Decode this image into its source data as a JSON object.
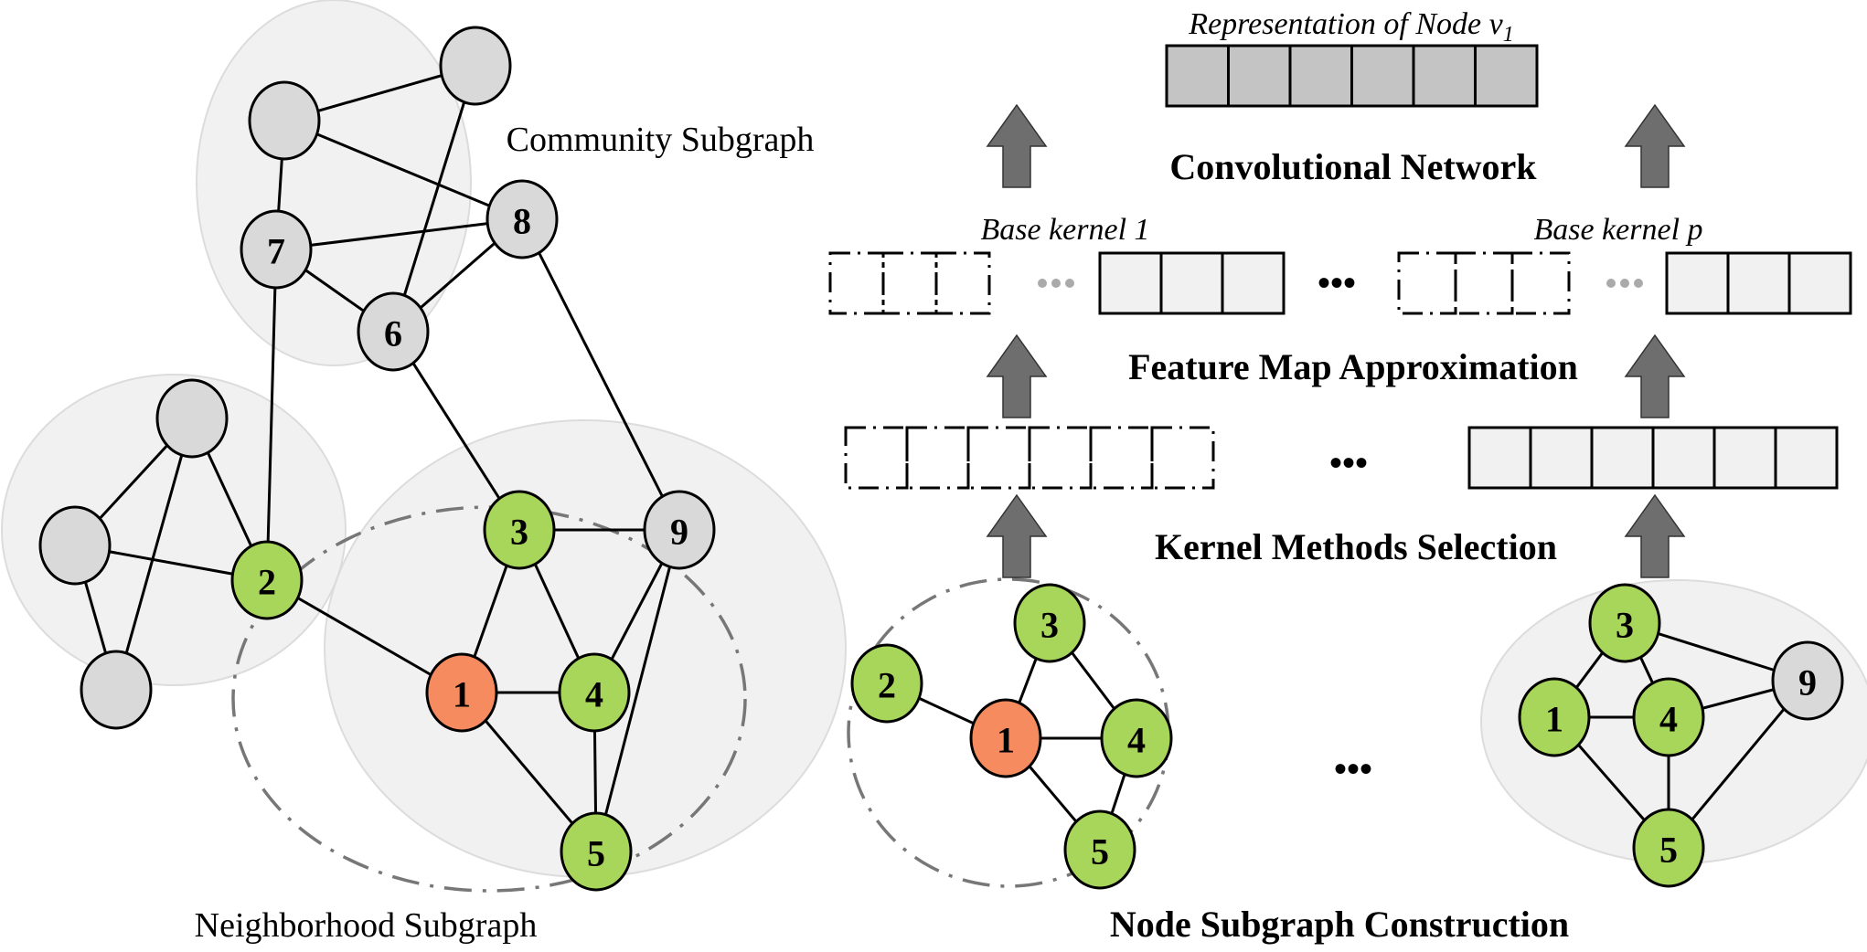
{
  "colors": {
    "target_node": "#f68b5f",
    "neighbor_node": "#a8d65a",
    "other_node": "#d9d9d9",
    "community_fill": "#f1f1f1",
    "representation_cell": "#c4c4c4",
    "feature_cell": "#f1f1f1",
    "arrow": "#6e6e6e",
    "dashed_circle": "#777777"
  },
  "labels": {
    "community_subgraph": "Community Subgraph",
    "neighborhood_subgraph": "Neighborhood Subgraph",
    "node_subgraph_construction": "Node Subgraph Construction",
    "kernel_methods_selection": "Kernel Methods Selection",
    "feature_map_approximation": "Feature Map Approximation",
    "convolutional_network": "Convolutional Network",
    "representation_prefix": "Representation of Node v",
    "representation_subscript": "1",
    "base_kernel_1": "Base kernel 1",
    "base_kernel_p": "Base kernel p",
    "ellipsis": "•••"
  },
  "left_graph": {
    "nodes": [
      {
        "id": "1",
        "label": "1",
        "role": "target"
      },
      {
        "id": "2",
        "label": "2",
        "role": "neighbor"
      },
      {
        "id": "3",
        "label": "3",
        "role": "neighbor"
      },
      {
        "id": "4",
        "label": "4",
        "role": "neighbor"
      },
      {
        "id": "5",
        "label": "5",
        "role": "neighbor"
      },
      {
        "id": "6",
        "label": "6",
        "role": "other"
      },
      {
        "id": "7",
        "label": "7",
        "role": "other"
      },
      {
        "id": "8",
        "label": "8",
        "role": "other"
      },
      {
        "id": "9",
        "label": "9",
        "role": "other"
      },
      {
        "id": "a",
        "label": "",
        "role": "other"
      },
      {
        "id": "b",
        "label": "",
        "role": "other"
      },
      {
        "id": "c",
        "label": "",
        "role": "other"
      },
      {
        "id": "d",
        "label": "",
        "role": "other"
      },
      {
        "id": "e",
        "label": "",
        "role": "other"
      }
    ],
    "edges": [
      [
        "a",
        "b"
      ],
      [
        "a",
        "7"
      ],
      [
        "a",
        "8"
      ],
      [
        "b",
        "6"
      ],
      [
        "7",
        "8"
      ],
      [
        "7",
        "6"
      ],
      [
        "6",
        "8"
      ],
      [
        "7",
        "2"
      ],
      [
        "6",
        "3"
      ],
      [
        "8",
        "9"
      ],
      [
        "c",
        "d"
      ],
      [
        "c",
        "e"
      ],
      [
        "c",
        "2"
      ],
      [
        "d",
        "2"
      ],
      [
        "d",
        "e"
      ],
      [
        "2",
        "1"
      ],
      [
        "1",
        "3"
      ],
      [
        "1",
        "4"
      ],
      [
        "1",
        "5"
      ],
      [
        "3",
        "4"
      ],
      [
        "3",
        "9"
      ],
      [
        "9",
        "4"
      ],
      [
        "9",
        "5"
      ],
      [
        "4",
        "5"
      ]
    ]
  },
  "neighborhood_graph": {
    "nodes": [
      {
        "id": "1",
        "label": "1",
        "role": "target"
      },
      {
        "id": "2",
        "label": "2",
        "role": "neighbor"
      },
      {
        "id": "3",
        "label": "3",
        "role": "neighbor"
      },
      {
        "id": "4",
        "label": "4",
        "role": "neighbor"
      },
      {
        "id": "5",
        "label": "5",
        "role": "neighbor"
      }
    ],
    "edges": [
      [
        "2",
        "1"
      ],
      [
        "1",
        "3"
      ],
      [
        "1",
        "4"
      ],
      [
        "1",
        "5"
      ],
      [
        "3",
        "4"
      ],
      [
        "4",
        "5"
      ]
    ]
  },
  "community_graph": {
    "nodes": [
      {
        "id": "1",
        "label": "1",
        "role": "neighbor"
      },
      {
        "id": "3",
        "label": "3",
        "role": "neighbor"
      },
      {
        "id": "4",
        "label": "4",
        "role": "neighbor"
      },
      {
        "id": "5",
        "label": "5",
        "role": "neighbor"
      },
      {
        "id": "9",
        "label": "9",
        "role": "other"
      }
    ],
    "edges": [
      [
        "1",
        "3"
      ],
      [
        "1",
        "4"
      ],
      [
        "1",
        "5"
      ],
      [
        "3",
        "4"
      ],
      [
        "3",
        "9"
      ],
      [
        "4",
        "9"
      ],
      [
        "4",
        "5"
      ],
      [
        "9",
        "5"
      ]
    ]
  },
  "vectors": {
    "representation_cells": 6,
    "selection_dashed_cells": 6,
    "selection_solid_cells": 6,
    "feature_dashed_cells": 3,
    "feature_solid_cells": 3
  }
}
